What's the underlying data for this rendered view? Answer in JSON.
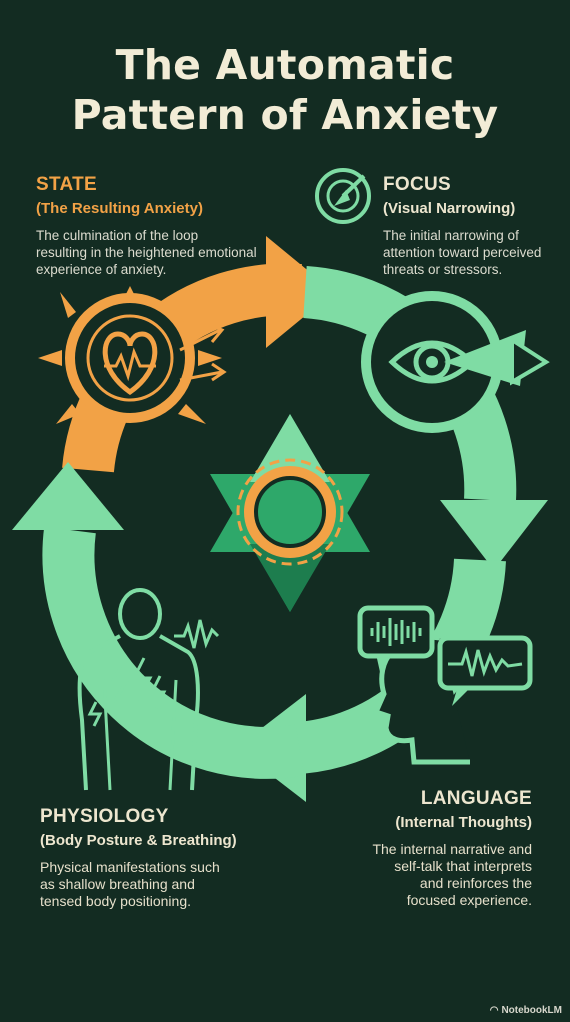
{
  "title": {
    "line1": "The Automatic",
    "line2": "Pattern of Anxiety"
  },
  "colors": {
    "background": "#132c22",
    "orange": "#f2a246",
    "green": "#7fdca4",
    "cream": "#f2ecd6"
  },
  "nodes": {
    "state": {
      "heading": "STATE",
      "subheading": "(The Resulting Anxiety)",
      "description_lines": [
        "The culmination of the loop",
        "resulting in the heightened emotional",
        "experience of anxiety."
      ],
      "icon": "heart-pulse-icon"
    },
    "focus": {
      "heading": "FOCUS",
      "subheading": "(Visual Narrowing)",
      "description_lines": [
        "The initial narrowing of",
        "attention toward perceived",
        "threats or stressors."
      ],
      "icon": "eye-target-icon"
    },
    "language": {
      "heading": "LANGUAGE",
      "subheading": "(Internal Thoughts)",
      "description_lines": [
        "The internal narrative and",
        "self-talk that interprets",
        "and reinforces the",
        "focused experience."
      ],
      "icon": "head-speech-icon"
    },
    "physiology": {
      "heading": "PHYSIOLOGY",
      "subheading": "(Body Posture & Breathing)",
      "description_lines": [
        "Physical manifestations such",
        "as shallow breathing and",
        "tensed body positioning."
      ],
      "icon": "body-tension-icon"
    }
  },
  "center_icon": "star-core-icon",
  "brand": {
    "label": "NotebookLM"
  }
}
